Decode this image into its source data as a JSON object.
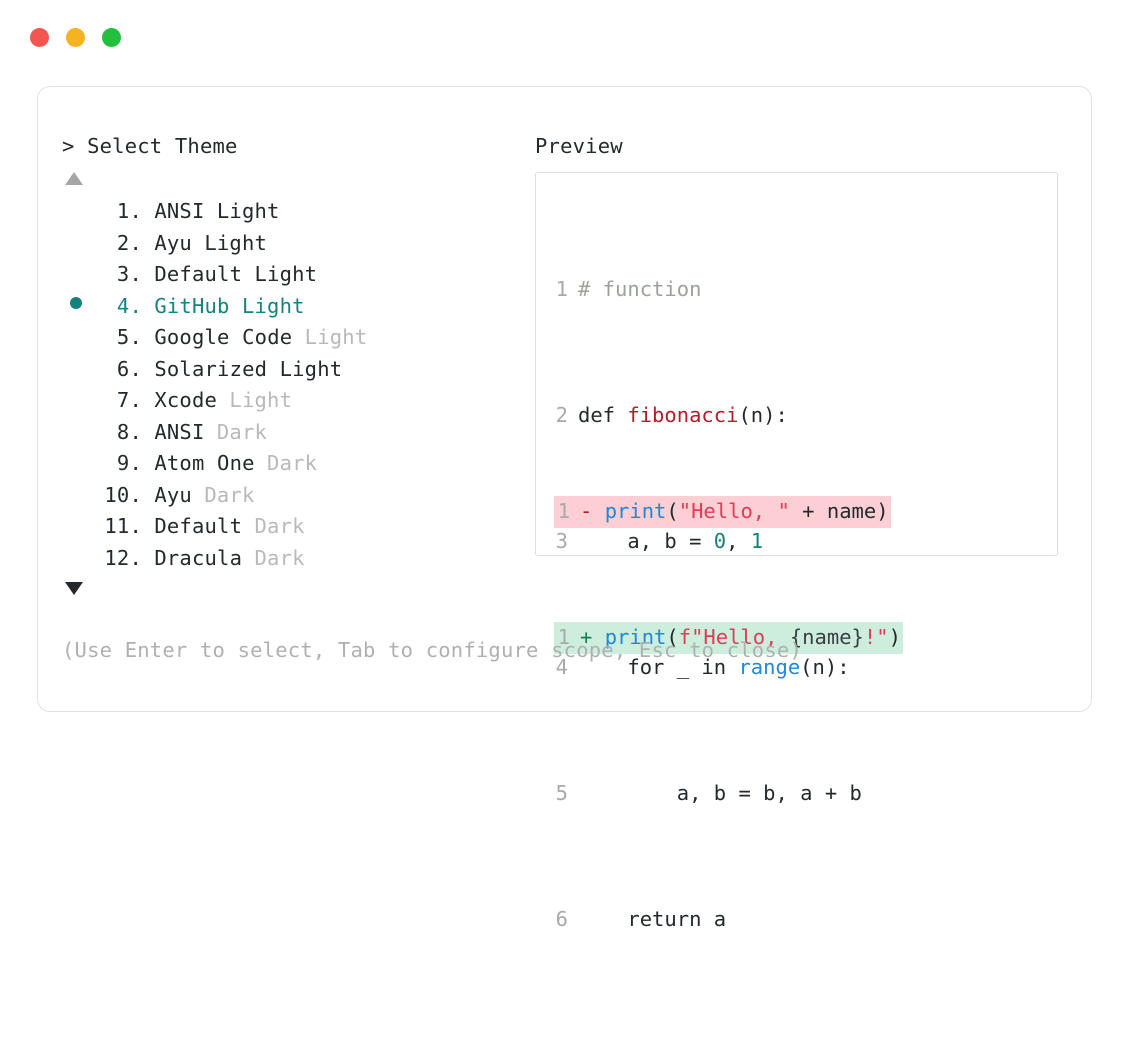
{
  "window": {
    "buttons": [
      {
        "name": "close",
        "color": "#f2564f"
      },
      {
        "name": "minimize",
        "color": "#f5b324"
      },
      {
        "name": "maximize",
        "color": "#22c03c"
      }
    ]
  },
  "selector": {
    "prompt_caret": ">",
    "title": "Select Theme",
    "scroll_up_icon": "triangle-up",
    "scroll_down_icon": "triangle-down",
    "selected_index": 4,
    "selected_color": "#17827c",
    "items": [
      {
        "num": "1.",
        "name": "ANSI",
        "variant": "Light",
        "variant_dim": false,
        "selected": false,
        "bullet": false
      },
      {
        "num": "2.",
        "name": "Ayu",
        "variant": "Light",
        "variant_dim": false,
        "selected": false,
        "bullet": false
      },
      {
        "num": "3.",
        "name": "Default",
        "variant": "Light",
        "variant_dim": false,
        "selected": false,
        "bullet": false
      },
      {
        "num": "4.",
        "name": "GitHub",
        "variant": "Light",
        "variant_dim": false,
        "selected": true,
        "bullet": true
      },
      {
        "num": "5.",
        "name": "Google Code",
        "variant": "Light",
        "variant_dim": true,
        "selected": false,
        "bullet": false
      },
      {
        "num": "6.",
        "name": "Solarized",
        "variant": "Light",
        "variant_dim": false,
        "selected": false,
        "bullet": false
      },
      {
        "num": "7.",
        "name": "Xcode",
        "variant": "Light",
        "variant_dim": true,
        "selected": false,
        "bullet": false
      },
      {
        "num": "8.",
        "name": "ANSI",
        "variant": "Dark",
        "variant_dim": true,
        "selected": false,
        "bullet": false
      },
      {
        "num": "9.",
        "name": "Atom One",
        "variant": "Dark",
        "variant_dim": true,
        "selected": false,
        "bullet": false
      },
      {
        "num": "10.",
        "name": "Ayu",
        "variant": "Dark",
        "variant_dim": true,
        "selected": false,
        "bullet": false
      },
      {
        "num": "11.",
        "name": "Default",
        "variant": "Dark",
        "variant_dim": true,
        "selected": false,
        "bullet": false
      },
      {
        "num": "12.",
        "name": "Dracula",
        "variant": "Dark",
        "variant_dim": true,
        "selected": false,
        "bullet": false
      }
    ]
  },
  "preview": {
    "title": "Preview",
    "code": {
      "line1": {
        "n": "1",
        "comment": "# function"
      },
      "line2": {
        "n": "2",
        "kw": "def ",
        "fn": "fibonacci",
        "rest": "(n):"
      },
      "line3": {
        "n": "3",
        "pre": "    a, b = ",
        "num1": "0",
        "mid": ", ",
        "num2": "1"
      },
      "line4": {
        "n": "4",
        "pre": "    for _ in ",
        "builtin": "range",
        "rest": "(n):"
      },
      "line5": {
        "n": "5",
        "text": "        a, b = b, a + b"
      },
      "line6": {
        "n": "6",
        "text": "    return a"
      }
    },
    "diff": {
      "removed": {
        "n": "1",
        "mark": "-",
        "fn": "print",
        "paren_open": "(",
        "str": "\"Hello, \"",
        "tail": " + name)"
      },
      "added": {
        "n": "1",
        "mark": "+",
        "fn": "print",
        "paren_open": "(",
        "str_start": "f\"Hello, ",
        "interp": "{name}",
        "bang": "!",
        "str_end": "\"",
        "paren_close": ")"
      },
      "removed_bg": "#fbcfd4",
      "added_bg": "#cdeddd"
    }
  },
  "footer": {
    "hint": "(Use Enter to select, Tab to configure scope, Esc to close)"
  }
}
